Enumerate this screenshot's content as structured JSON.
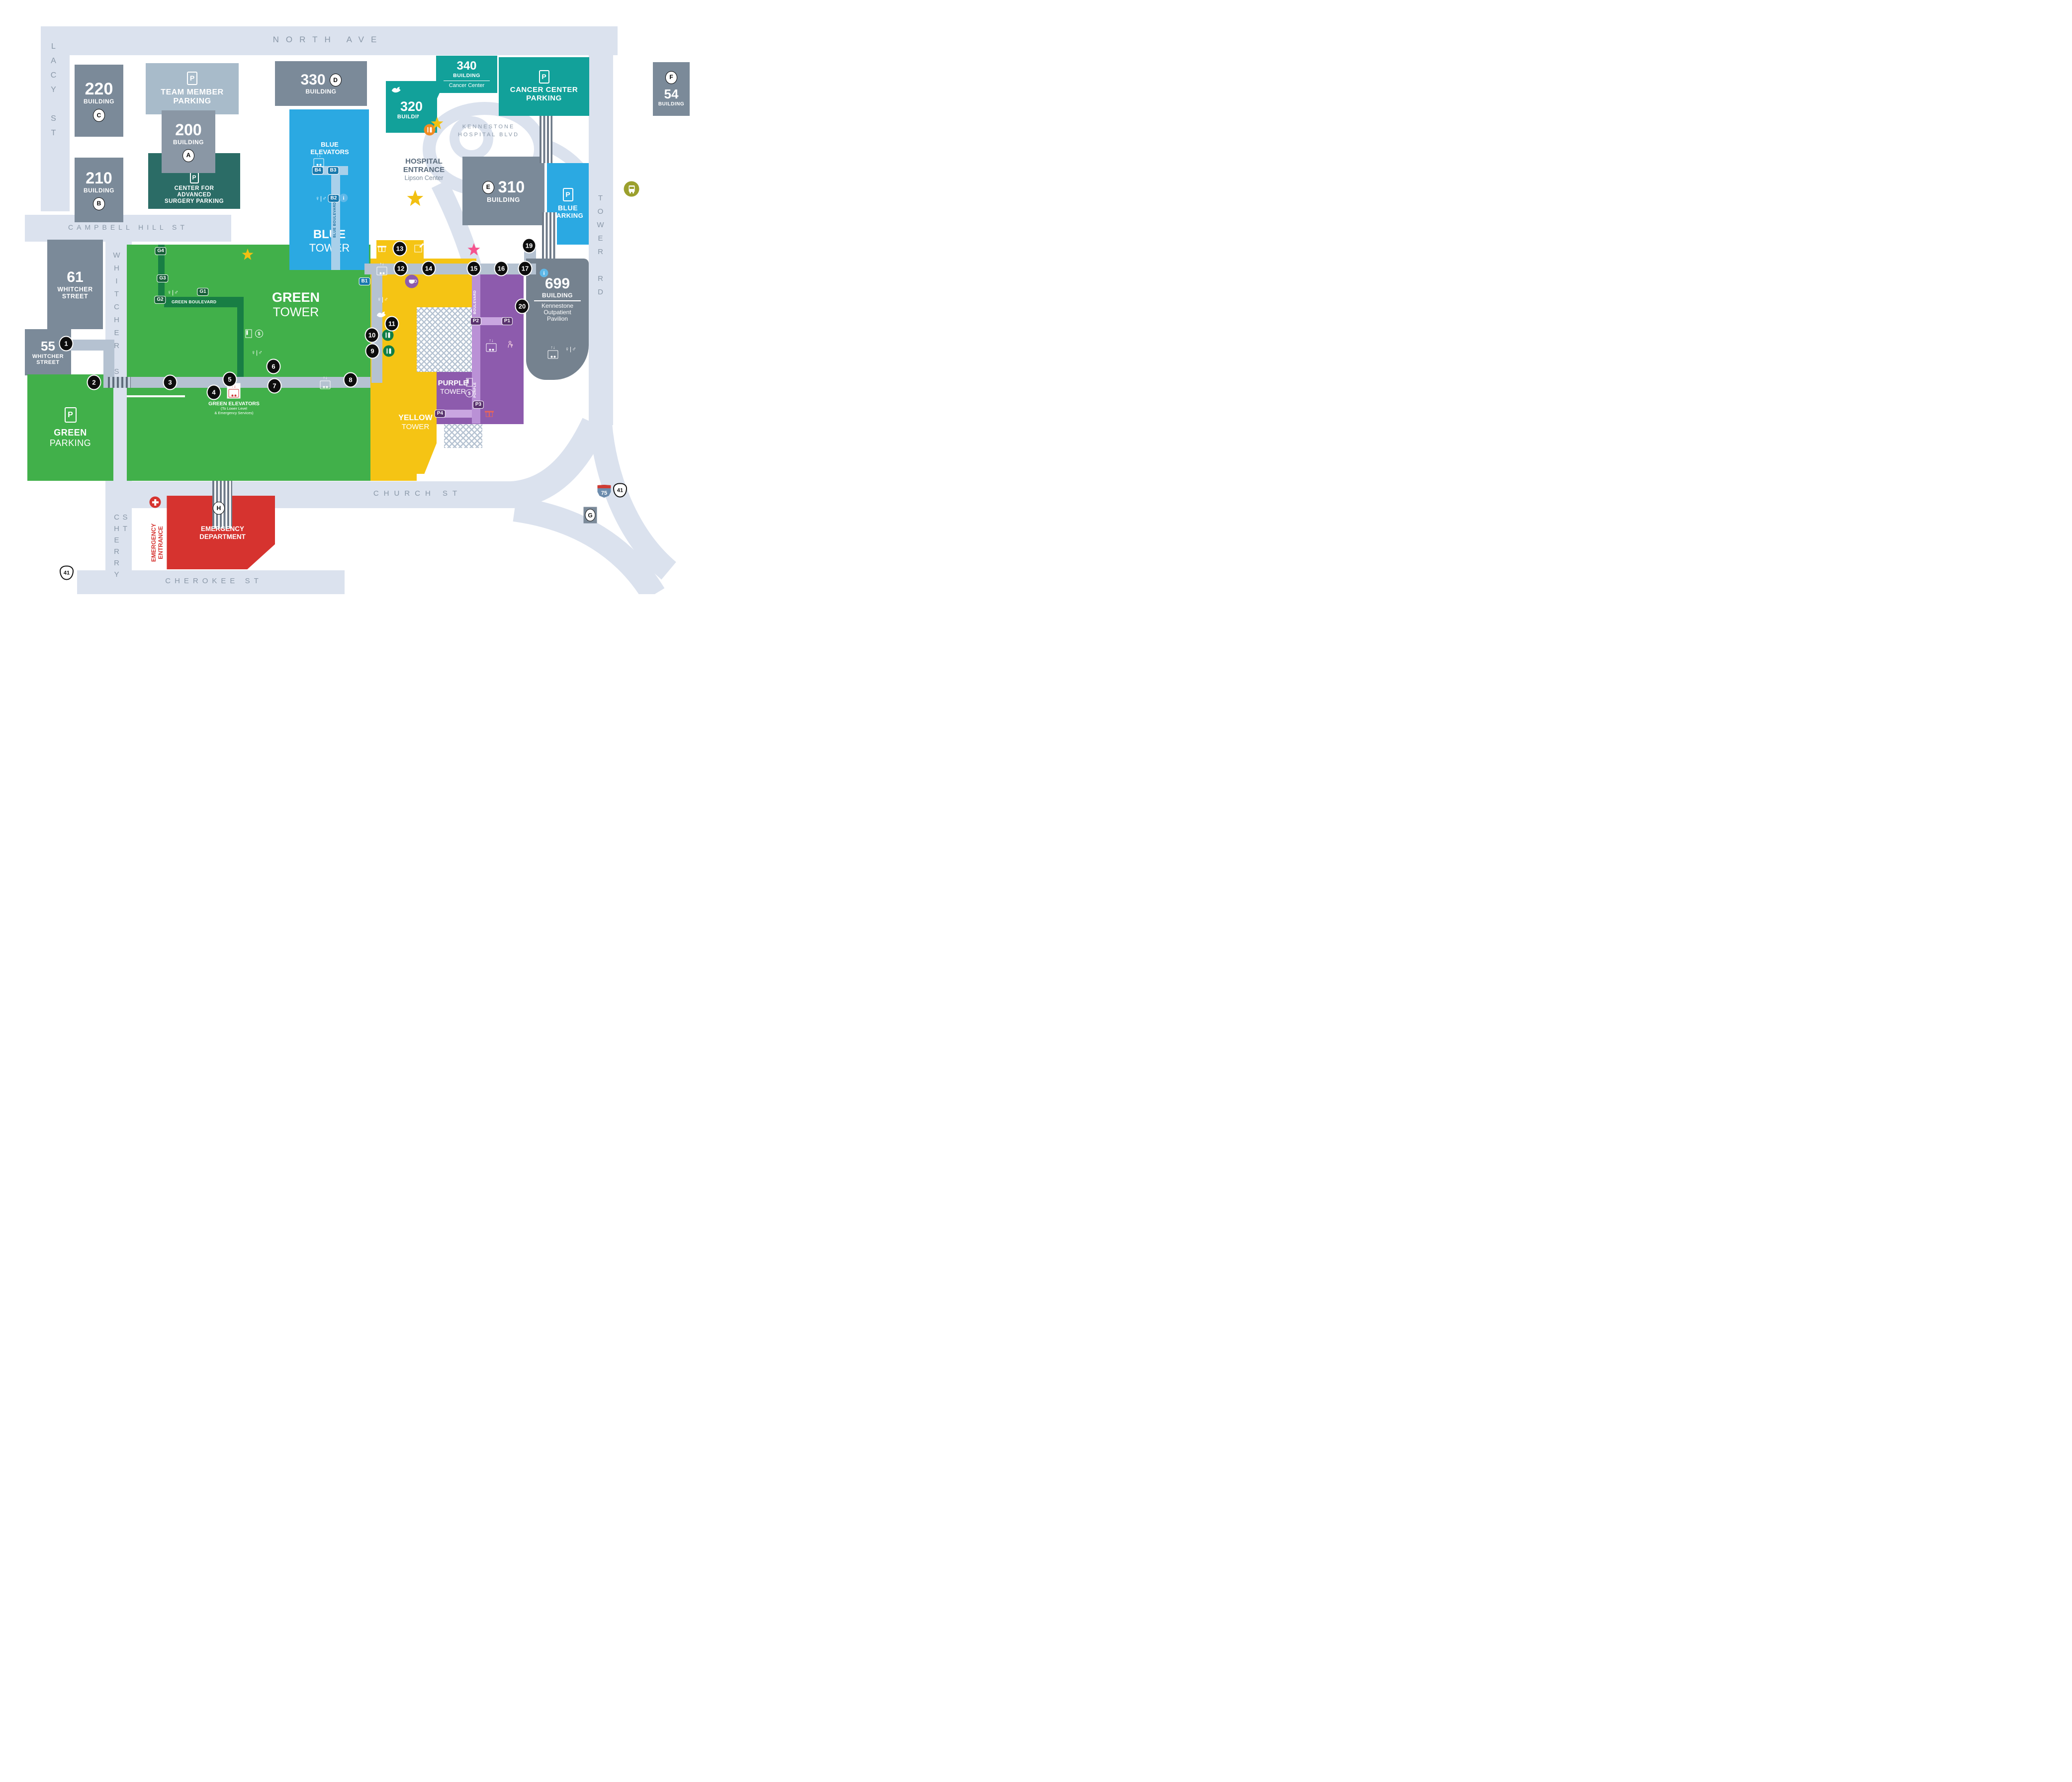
{
  "streets": {
    "north": "NORTH AVE",
    "lacy": "LACY ST",
    "campbell": "CAMPBELL HILL ST",
    "whitcher": "WHITCHER ST",
    "cherry": "CHERRY ST",
    "church": "CHURCH ST",
    "cherokee": "CHEROKEE ST",
    "tower": "TOWER RD",
    "kennestone1": "KENNESTONE",
    "kennestone2": "HOSPITAL BLVD",
    "green_blvd": "GREEN BOULEVARD",
    "blue_blvd": "BLUE BOULEVARD",
    "purple_blvd_top": "BOULEVARD",
    "purple_blvd_bottom": "PURPLE"
  },
  "buildings": {
    "b220": {
      "num": "220",
      "type": "BUILDING"
    },
    "b210": {
      "num": "210",
      "type": "BUILDING"
    },
    "b200": {
      "num": "200",
      "type": "BUILDING"
    },
    "b330": {
      "num": "330",
      "type": "BUILDING"
    },
    "b320": {
      "num": "320",
      "type": "BUILDING"
    },
    "b340": {
      "num": "340",
      "type": "BUILDING",
      "sub": "Cancer Center"
    },
    "b310": {
      "num": "310",
      "type": "BUILDING"
    },
    "b54": {
      "num": "54",
      "type": "BUILDING"
    },
    "b61": {
      "num": "61",
      "l1": "WHITCHER",
      "l2": "STREET"
    },
    "b55": {
      "num": "55",
      "l1": "WHITCHER",
      "l2": "STREET"
    },
    "b699": {
      "num": "699",
      "type": "BUILDING",
      "l1": "Kennestone",
      "l2": "Outpatient",
      "l3": "Pavilion"
    },
    "team_parking": {
      "l1": "TEAM MEMBER",
      "l2": "PARKING"
    },
    "surgery_parking": {
      "l1": "CENTER FOR",
      "l2": "ADVANCED",
      "l3": "SURGERY PARKING"
    },
    "cancer_parking": {
      "l1": "CANCER CENTER",
      "l2": "PARKING"
    },
    "blue_parking": {
      "l1": "BLUE",
      "l2": "PARKING"
    },
    "green_parking": {
      "l1": "GREEN",
      "l2": "PARKING"
    },
    "blue_tower": {
      "l1": "BLUE",
      "l2": "TOWER"
    },
    "green_tower": {
      "l1": "GREEN",
      "l2": "TOWER"
    },
    "yellow_tower": {
      "l1": "YELLOW",
      "l2": "TOWER"
    },
    "purple_tower": {
      "l1": "PURPLE",
      "l2": "TOWER"
    },
    "blue_elevators": {
      "l1": "BLUE",
      "l2": "ELEVATORS"
    },
    "green_elevators": {
      "l1": "GREEN ELEVATORS",
      "l2": "(To Lower Level",
      "l3": "& Emergency Services)"
    },
    "hospital_entrance": {
      "l1": "HOSPITAL",
      "l2": "ENTRANCE",
      "sub": "Lipson Center"
    },
    "emergency": {
      "l1": "EMERGENCY",
      "l2": "DEPARTMENT",
      "ent1": "EMERGENCY",
      "ent2": "ENTRANCE"
    }
  },
  "markers": {
    "m1": "1",
    "m2": "2",
    "m3": "3",
    "m4": "4",
    "m5": "5",
    "m6": "6",
    "m7": "7",
    "m8": "8",
    "m9": "9",
    "m10": "10",
    "m11": "11",
    "m12": "12",
    "m13": "13",
    "m14": "14",
    "m15": "15",
    "m16": "16",
    "m17": "17",
    "m19": "19",
    "m20": "20"
  },
  "letters": {
    "a": "A",
    "b": "B",
    "c": "C",
    "d": "D",
    "e": "E",
    "f": "F",
    "g": "G",
    "h": "H"
  },
  "badges": {
    "g1": "G1",
    "g2": "G2",
    "g3": "G3",
    "g4": "G4",
    "b1": "B1",
    "b2": "B2",
    "b3": "B3",
    "b4": "B4",
    "p1": "P1",
    "p2": "P2",
    "p3": "P3",
    "p4": "P4"
  },
  "shields": {
    "i75": "75",
    "us41": "41",
    "us41w": "41"
  },
  "icons": {
    "parking": "P",
    "info": "i",
    "restroom": "♀|♂",
    "elevator_arrows": "↑↓",
    "dollar": "$"
  },
  "colors": {
    "green": "#41b04a",
    "dark_green": "#187e44",
    "blue": "#2ba9e2",
    "light_blue": "#a9d0ea",
    "teal": "#12a19a",
    "dark_teal": "#2b6c66",
    "yellow": "#f5c414",
    "purple": "#8d5bad",
    "light_purple": "#ba91d6",
    "red": "#e23538",
    "slate": "#7b8a99",
    "street": "#dbe2ee",
    "corridor": "#b5c2d1",
    "marker_black": "#0d0d0d",
    "info_blue": "#5fb8e8",
    "bus_olive": "#9ba02d",
    "pink": "#f5538e",
    "star_yellow": "#f2c012"
  }
}
